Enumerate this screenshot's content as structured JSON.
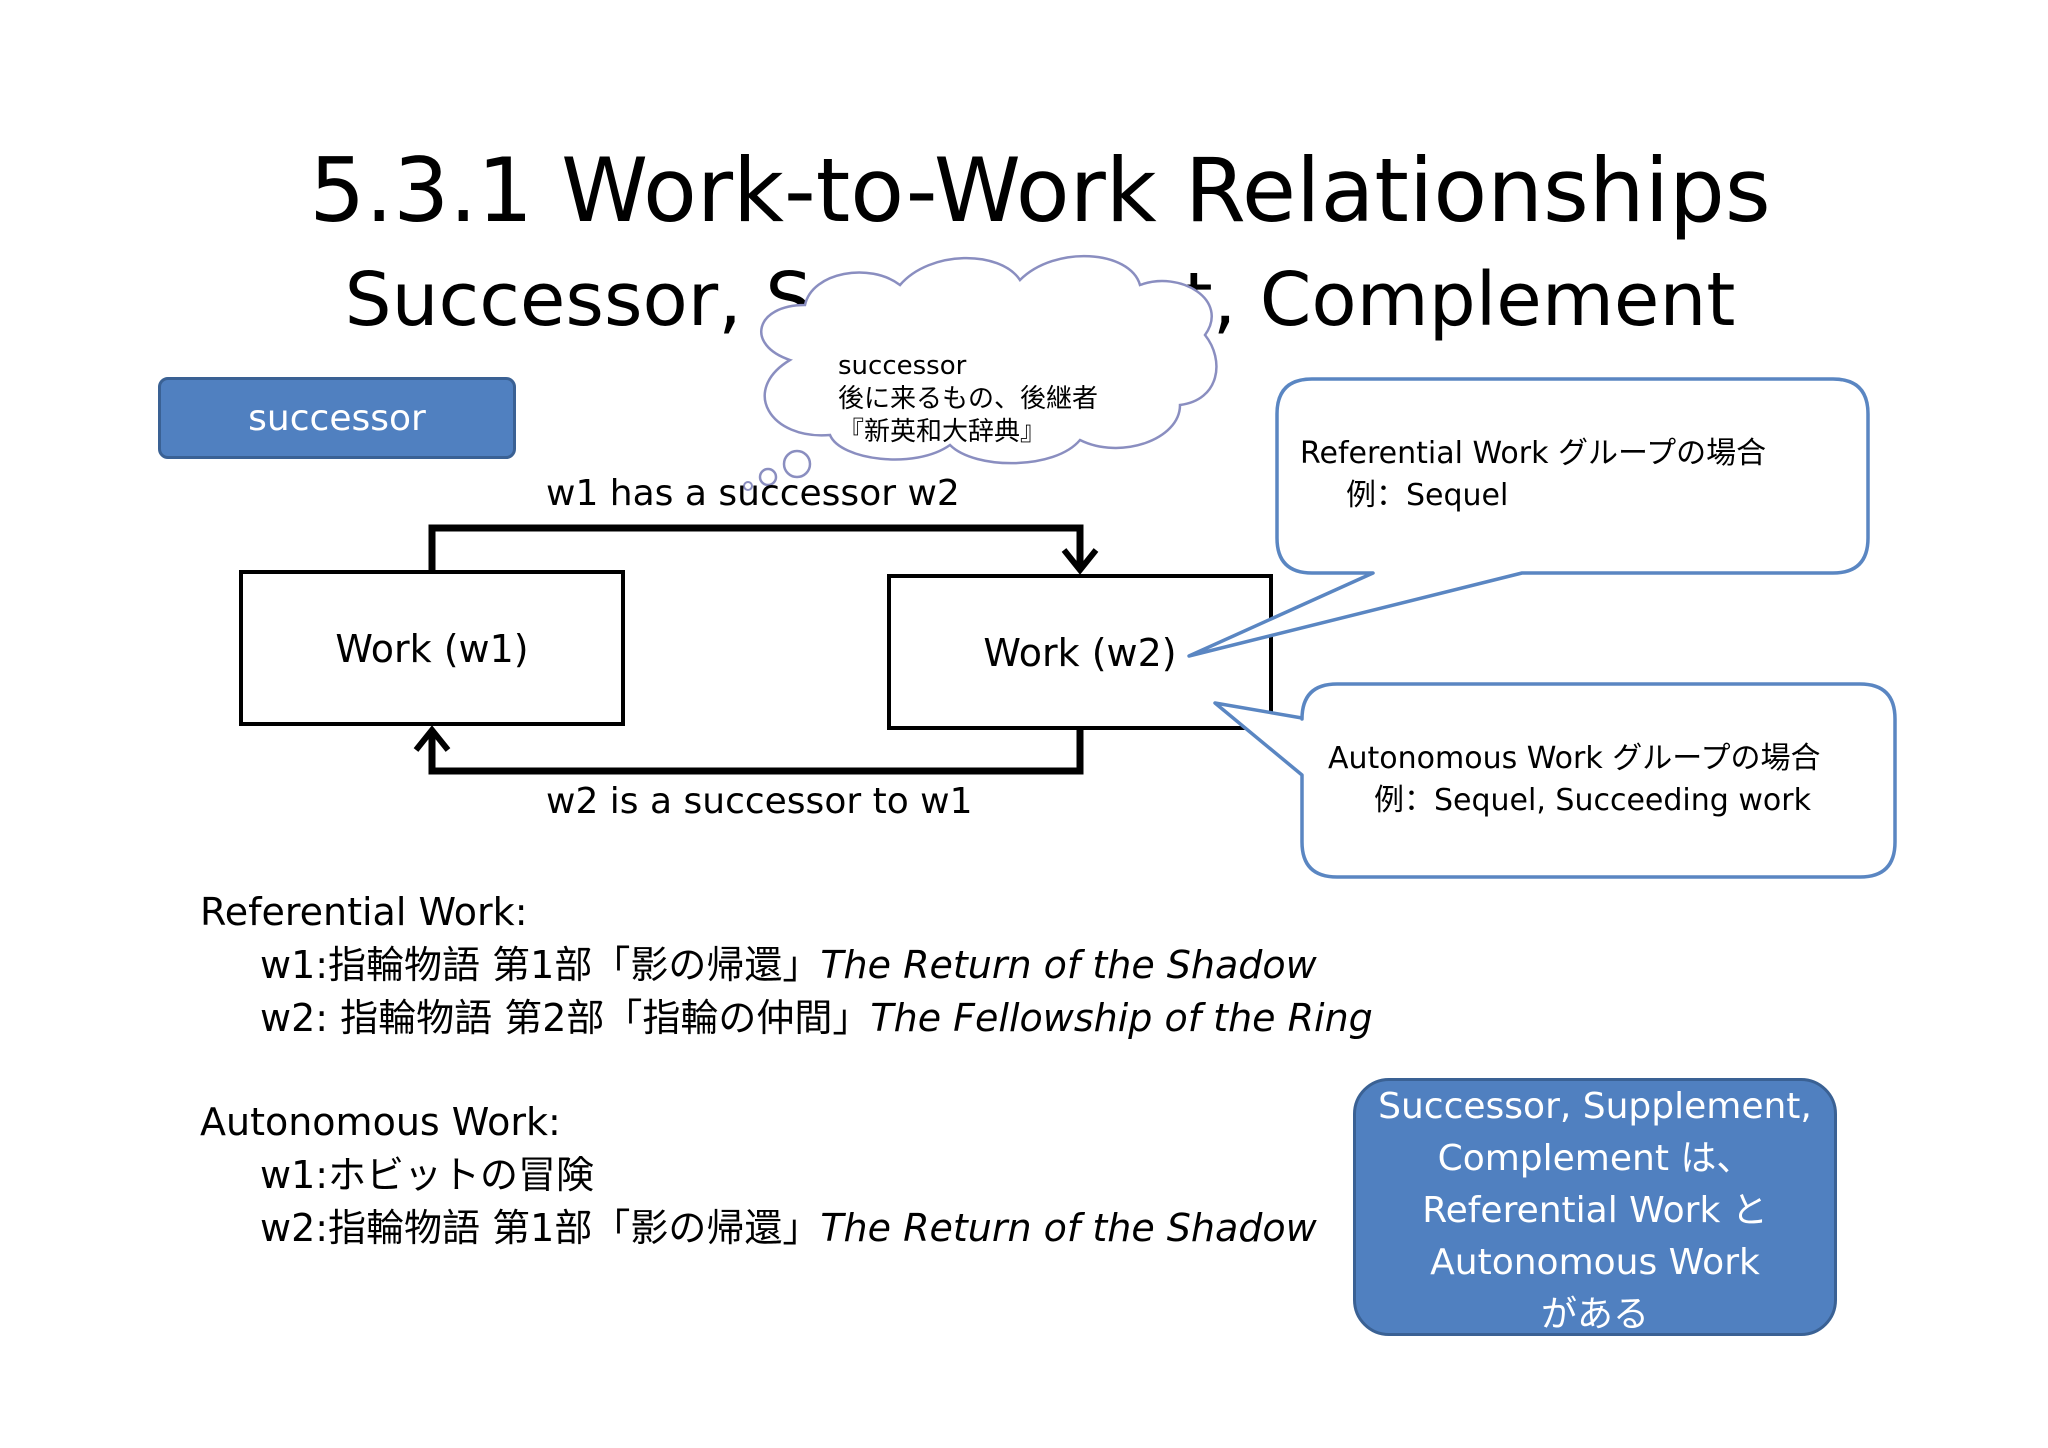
{
  "title": "5.3.1 Work-to-Work Relationships",
  "subtitle": "Successor, Supplement, Complement",
  "badge": "successor",
  "cloud": {
    "line1": "successor",
    "line2": "後に来るもの、後継者",
    "line3": "『新英和大辞典』"
  },
  "diagram": {
    "work1": "Work (w1)",
    "work2": "Work (w2)",
    "top_arrow": "w1 has a successor w2",
    "bottom_arrow": "w2  is a successor to w1"
  },
  "callout_referential": {
    "line1": "Referential Work グループの場合",
    "line2": "例：Sequel"
  },
  "callout_autonomous": {
    "line1": "Autonomous Work グループの場合",
    "line2": "例：Sequel, Succeeding work"
  },
  "referential_example": {
    "heading": "Referential Work:",
    "w1_prefix": "w1:指輪物語 第1部「影の帰還」",
    "w1_title": "The Return of the Shadow",
    "w2_prefix": "w2: 指輪物語 第2部「指輪の仲間」",
    "w2_title": "The Fellowship of the Ring"
  },
  "autonomous_example": {
    "heading": "Autonomous Work:",
    "w1": "w1:ホビットの冒険",
    "w2_prefix": "w2:指輪物語 第1部「影の帰還」",
    "w2_title": "The Return of the Shadow"
  },
  "summary": {
    "line1": "Successor, Supplement,",
    "line2": "Complement は、",
    "line3": "Referential Work と",
    "line4": "Autonomous Work",
    "line5": "がある"
  },
  "colors": {
    "accent_fill": "#5080c0",
    "accent_border": "#3a6194",
    "callout_border": "#5a86c2",
    "cloud_border": "#8a8ec0",
    "line": "#000000"
  }
}
